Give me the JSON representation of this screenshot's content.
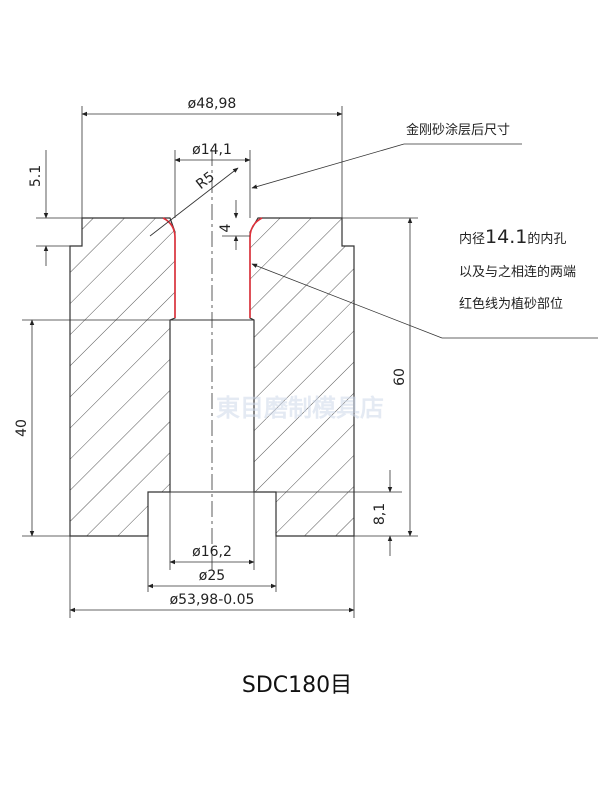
{
  "dimensions": {
    "outer_top_diameter": "ø48,98",
    "bore_diameter": "ø14,1",
    "radius": "R5",
    "top_step_height": "5.1",
    "red_section_depth": "4",
    "overall_height": "60",
    "lower_height": "40",
    "counterbore_depth": "8,1",
    "lower_bore_diameter": "ø16,2",
    "counterbore_diameter": "ø25",
    "outer_base_diameter": "ø53,98-0.05"
  },
  "notes": {
    "coating_size": "金刚砂涂层后尺寸",
    "inner_bore_line1_prefix": "内径",
    "inner_bore_line1_value": "14.1",
    "inner_bore_line1_suffix": "的内孔",
    "inner_bore_line2": "以及与之相连的两端",
    "inner_bore_line3": "红色线为植砂部位"
  },
  "watermark": "東目磨制模具店",
  "caption": "SDC180目",
  "colors": {
    "line": "#333333",
    "highlight": "#e0303a",
    "watermark": "#cfd9ea"
  }
}
